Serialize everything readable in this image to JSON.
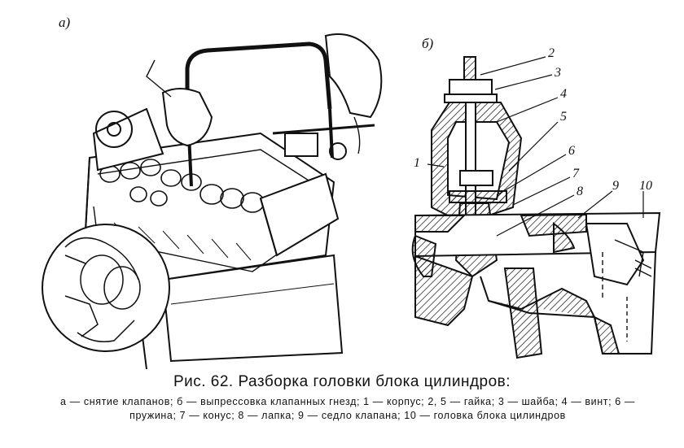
{
  "figure": {
    "panel_a_label": "а)",
    "panel_b_label": "б)",
    "callouts": [
      "1",
      "2",
      "3",
      "4",
      "5",
      "6",
      "7",
      "8",
      "9",
      "10"
    ],
    "caption_title": "Рис. 62. Разборка головки блока цилиндров:",
    "caption_body": "а — снятие клапанов; б — выпрессовка клапанных гнезд; 1 — корпус; 2, 5 — гайка; 3 — шайба; 4 — винт; 6 — пружина; 7 — конус; 8 — лапка; 9 — седло клапана; 10 — головка блока цилиндров"
  }
}
